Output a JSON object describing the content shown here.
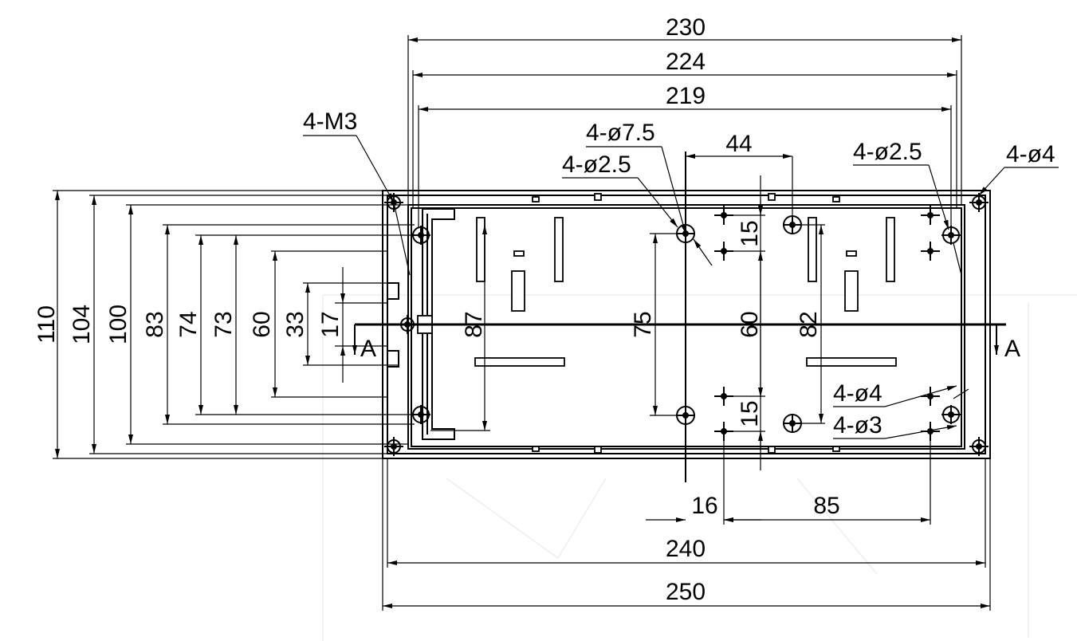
{
  "labels": {
    "d230": "230",
    "d224": "224",
    "d219": "219",
    "m3": "4-M3",
    "dia75": "4-ø7.5",
    "dia25a": "4-ø2.5",
    "d44": "44",
    "dia25b": "4-ø2.5",
    "dia4a": "4-ø4",
    "d110": "110",
    "d104": "104",
    "d100": "100",
    "d83": "83",
    "d74": "74",
    "d73": "73",
    "d60a": "60",
    "d33": "33",
    "d17": "17",
    "d87": "87",
    "d75": "75",
    "d15a": "15",
    "d60b": "60",
    "d82": "82",
    "d15b": "15",
    "dia4b": "4-ø4",
    "dia3": "4-ø3",
    "sectionLeft": "A",
    "sectionRight": "A",
    "d16": "16",
    "d85": "85",
    "d240": "240",
    "d250": "250"
  }
}
